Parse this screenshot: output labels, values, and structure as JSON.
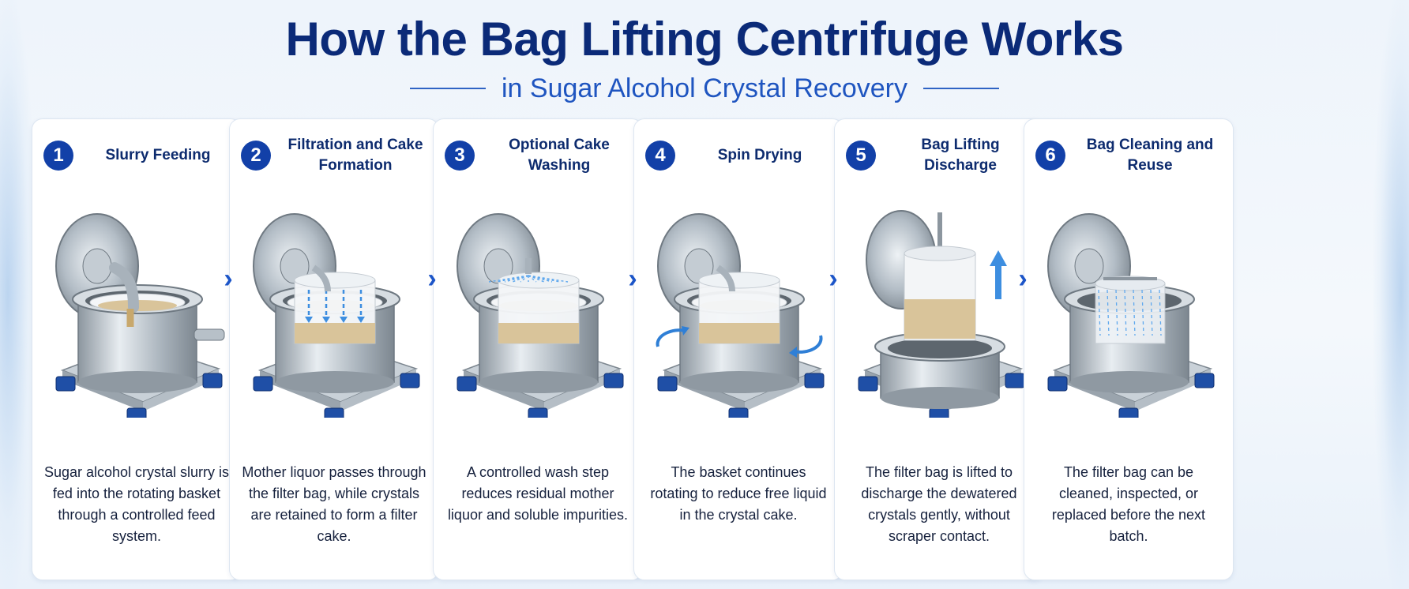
{
  "header": {
    "title": "How the Bag Lifting Centrifuge Works",
    "subtitle": "in Sugar Alcohol Crystal Recovery"
  },
  "colors": {
    "title": "#0b2a78",
    "accent": "#1f55c0",
    "badge": "#1240a8",
    "steel": "#b8c2cc",
    "feet": "#1f4fa6",
    "crystal": "#d9c49a",
    "arrow": "#3d8ee0"
  },
  "steps": [
    {
      "number": "1",
      "title": "Slurry Feeding",
      "icon": "centrifuge-feed-pipe-icon",
      "description": "Sugar alcohol crystal slurry is fed into the rotating basket through a controlled feed system."
    },
    {
      "number": "2",
      "title": "Filtration and Cake Formation",
      "icon": "centrifuge-filtration-icon",
      "description": "Mother liquor passes through the filter bag, while crystals are retained to form a filter cake."
    },
    {
      "number": "3",
      "title": "Optional Cake Washing",
      "icon": "centrifuge-spray-wash-icon",
      "description": "A controlled wash step reduces residual mother liquor and soluble impurities."
    },
    {
      "number": "4",
      "title": "Spin Drying",
      "icon": "centrifuge-rotation-icon",
      "description": "The basket continues rotating to reduce free liquid in the crystal cake."
    },
    {
      "number": "5",
      "title": "Bag Lifting Discharge",
      "icon": "centrifuge-bag-lift-icon",
      "description": "The filter bag is lifted to discharge the dewatered crystals gently, without scraper contact."
    },
    {
      "number": "6",
      "title": "Bag Cleaning and Reuse",
      "icon": "centrifuge-bag-clean-icon",
      "description": "The filter bag can be cleaned, inspected, or replaced before the next batch."
    }
  ],
  "separator_icon": "chevron-right-icon"
}
